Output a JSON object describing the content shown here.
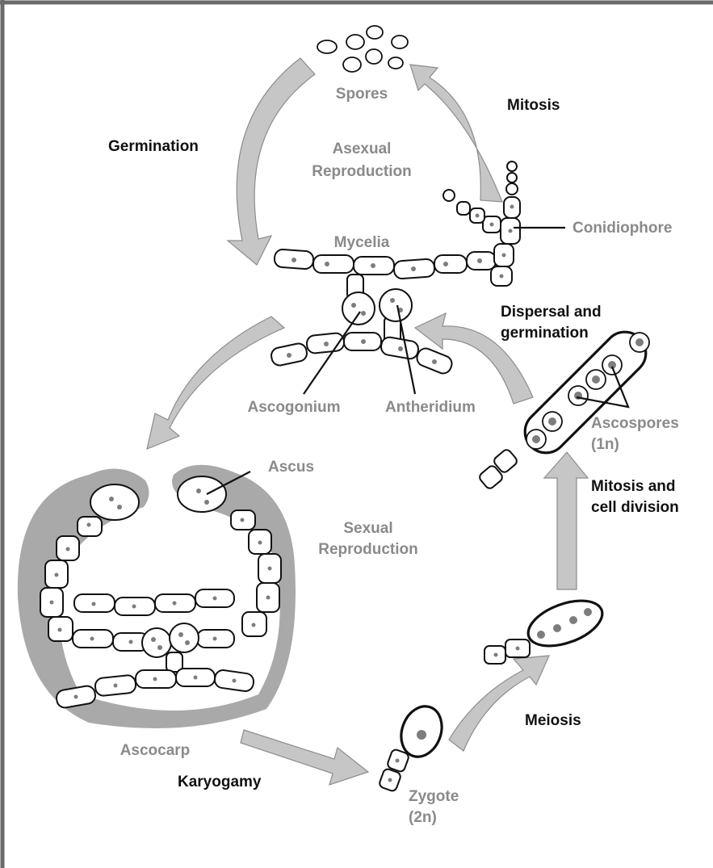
{
  "labels": {
    "spores": "Spores",
    "mitosis": "Mitosis",
    "germination": "Germination",
    "asexual_line1": "Asexual",
    "asexual_line2": "Reproduction",
    "mycelia": "Mycelia",
    "conidiophore": "Conidiophore",
    "dispersal_line1": "Dispersal and",
    "dispersal_line2": "germination",
    "ascogonium": "Ascogonium",
    "antheridium": "Antheridium",
    "ascus": "Ascus",
    "ascospores_line1": "Ascospores",
    "ascospores_line2": "(1n)",
    "sexual_line1": "Sexual",
    "sexual_line2": "Reproduction",
    "mitosis_division_line1": "Mitosis and",
    "mitosis_division_line2": "cell division",
    "ascocarp": "Ascocarp",
    "meiosis": "Meiosis",
    "karyogamy": "Karyogamy",
    "zygote_line1": "Zygote",
    "zygote_line2": "(2n)"
  },
  "colors": {
    "dark_label": "#111111",
    "gray_label": "#8a8a8a",
    "arrow_fill": "#c6c6c6",
    "ascocarp_fill": "#a9a9a9",
    "nucleus": "#7d7d7d"
  }
}
